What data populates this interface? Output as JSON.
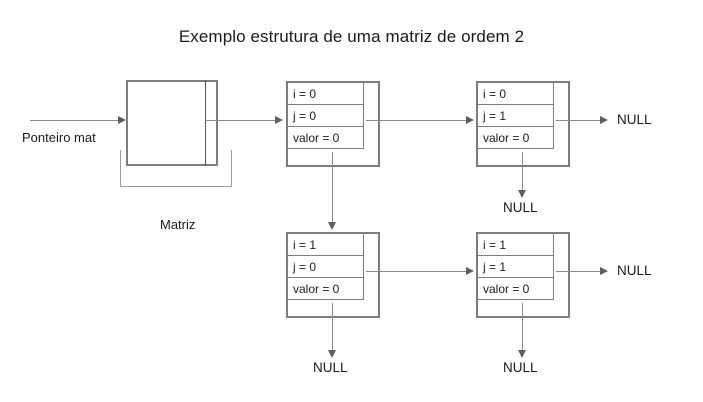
{
  "diagram": {
    "title": "Exemplo estrutura de uma matriz de ordem 2",
    "pointer_label": "Ponteiro mat",
    "matrix_label": "Matriz",
    "null_label": "NULL",
    "colors": {
      "box_border": "#7d7d7d",
      "connector": "#8a8a8a",
      "arrow_head": "#5f5f5f",
      "text": "#1a1a1a",
      "background": "#ffffff"
    },
    "nodes": [
      {
        "id": "node-0-0",
        "position": "top-left",
        "fields": [
          {
            "name": "i",
            "text": "i = 0"
          },
          {
            "name": "j",
            "text": "j = 0"
          },
          {
            "name": "valor",
            "text": "valor = 0"
          }
        ],
        "next_target": "node-0-1",
        "down_target": "node-1-0"
      },
      {
        "id": "node-0-1",
        "position": "top-right",
        "fields": [
          {
            "name": "i",
            "text": "i = 0"
          },
          {
            "name": "j",
            "text": "j = 1"
          },
          {
            "name": "valor",
            "text": "valor = 0"
          }
        ],
        "next_target": "NULL",
        "down_target": "NULL"
      },
      {
        "id": "node-1-0",
        "position": "bottom-left",
        "fields": [
          {
            "name": "i",
            "text": "i = 1"
          },
          {
            "name": "j",
            "text": "j = 0"
          },
          {
            "name": "valor",
            "text": "valor = 0"
          }
        ],
        "next_target": "node-1-1",
        "down_target": "NULL"
      },
      {
        "id": "node-1-1",
        "position": "bottom-right",
        "fields": [
          {
            "name": "i",
            "text": "i = 1"
          },
          {
            "name": "j",
            "text": "j = 1"
          },
          {
            "name": "valor",
            "text": "valor = 0"
          }
        ],
        "next_target": "NULL",
        "down_target": "NULL"
      }
    ],
    "null_terminators": [
      {
        "name": "null-right-top",
        "text": "NULL"
      },
      {
        "name": "null-down-top",
        "text": "NULL"
      },
      {
        "name": "null-right-bottom",
        "text": "NULL"
      },
      {
        "name": "null-down-left",
        "text": "NULL"
      },
      {
        "name": "null-down-right",
        "text": "NULL"
      }
    ]
  }
}
